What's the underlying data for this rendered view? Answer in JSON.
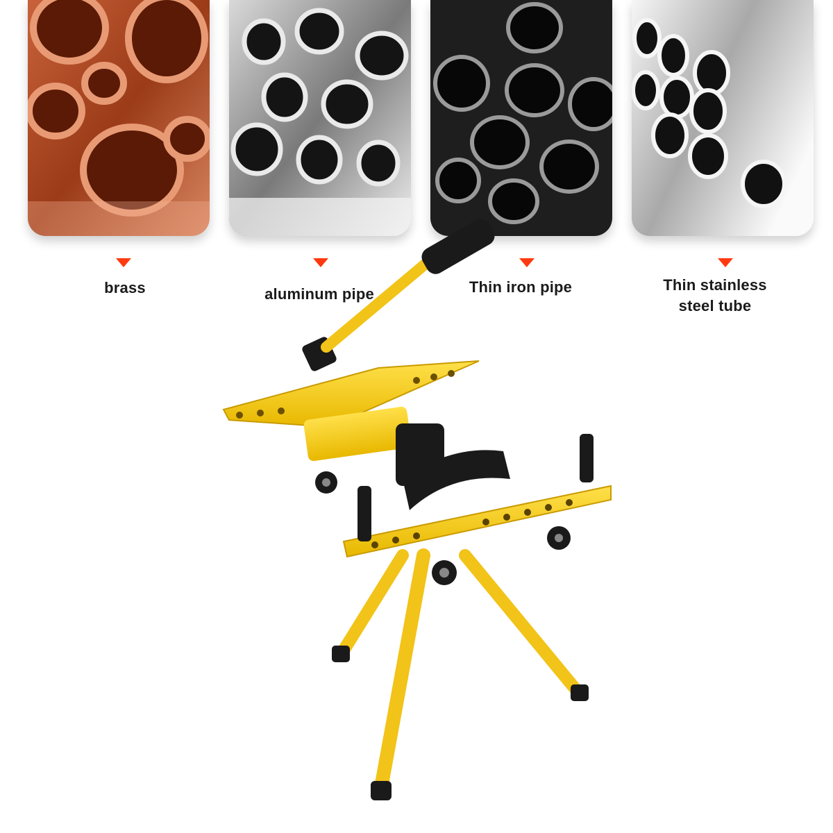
{
  "materials": [
    {
      "label": "brass",
      "label2": "",
      "base": "#8a2f12",
      "ring": "#e07a52",
      "inner": "#5a1a06"
    },
    {
      "label": "aluminum pipe",
      "label2": "",
      "base": "#8f8f8f",
      "ring": "#e6e6e6",
      "inner": "#1a1a1a"
    },
    {
      "label": "Thin iron pipe",
      "label2": "",
      "base": "#2b2b2b",
      "ring": "#8c8c8c",
      "inner": "#0b0b0b"
    },
    {
      "label": "Thin stainless",
      "label2": "steel tube",
      "base": "#b8b8b8",
      "ring": "#f4f4f4",
      "inner": "#202020"
    }
  ],
  "colors": {
    "accent_marker": "#ff3a10",
    "tool_yellow": "#f7c91c",
    "tool_black": "#1a1a1a"
  }
}
